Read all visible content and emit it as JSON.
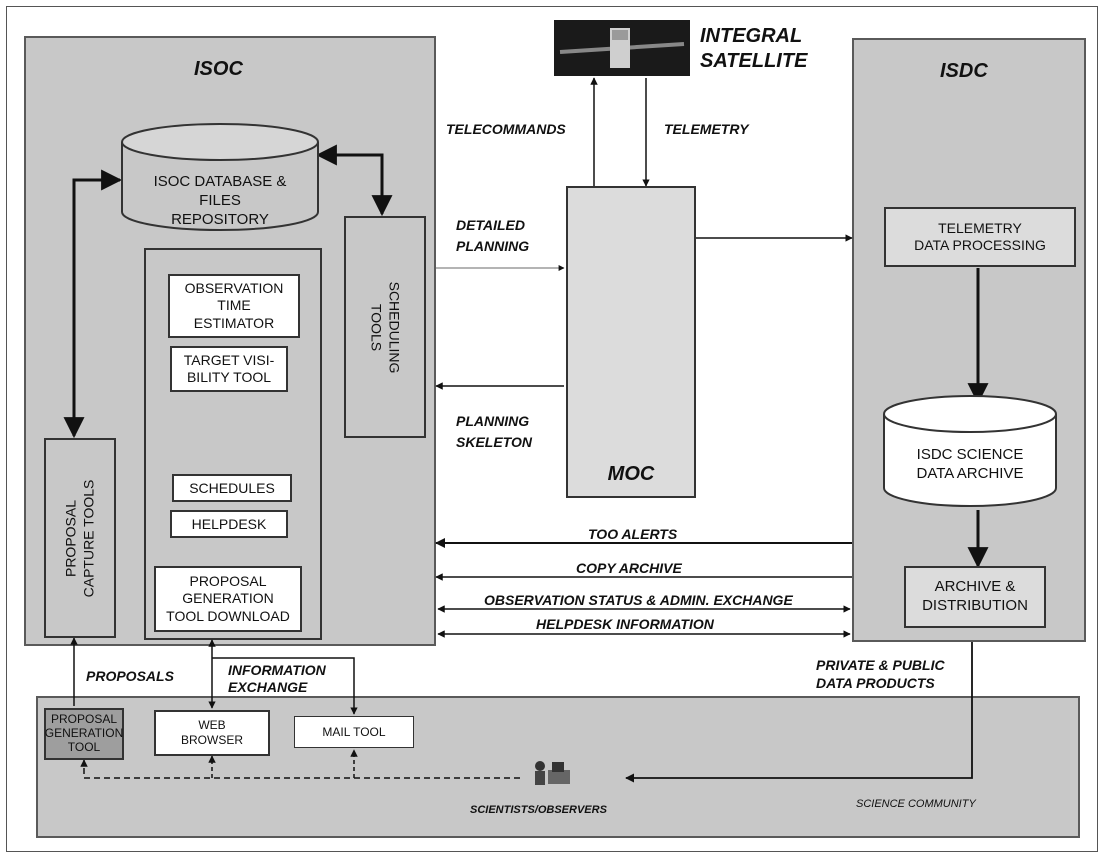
{
  "isoc": {
    "title": "ISOC",
    "database": "ISOC DATABASE &\nFILES REPOSITORY",
    "scheduling_tools": "SCHEDULING\nTOOLS",
    "observation_time_estimator": "OBSERVATION\nTIME\nESTIMATOR",
    "target_visibility_tool": "TARGET VISI-\nBILITY TOOL",
    "schedules": "SCHEDULES",
    "helpdesk": "HELPDESK",
    "proposal_generation_tool_download": "PROPOSAL\nGENERATION\nTOOL DOWNLOAD",
    "proposal_capture_tools": "PROPOSAL\nCAPTURE TOOLS"
  },
  "satellite": {
    "title": "INTEGRAL\nSATELLITE"
  },
  "moc": {
    "title": "MOC"
  },
  "isdc": {
    "title": "ISDC",
    "telemetry_processing": "TELEMETRY\nDATA PROCESSING",
    "science_archive": "ISDC SCIENCE\nDATA ARCHIVE",
    "archive_distribution": "ARCHIVE &\nDISTRIBUTION"
  },
  "links": {
    "telecommands": "TELECOMMANDS",
    "telemetry": "TELEMETRY",
    "detailed_planning": "DETAILED\nPLANNING",
    "planning_skeleton": "PLANNING\nSKELETON",
    "too_alerts": "TOO ALERTS",
    "copy_archive": "COPY ARCHIVE",
    "observation_status": "OBSERVATION STATUS & ADMIN. EXCHANGE",
    "helpdesk_information": "HELPDESK INFORMATION",
    "proposals": "PROPOSALS",
    "information_exchange": "INFORMATION\nEXCHANGE",
    "private_public_data": "PRIVATE & PUBLIC\nDATA PRODUCTS"
  },
  "community": {
    "proposal_generation_tool": "PROPOSAL\nGENERATION\nTOOL",
    "web_browser": "WEB\nBROWSER",
    "mail_tool": "MAIL TOOL",
    "scientists": "SCIENTISTS/OBSERVERS",
    "science_community": "SCIENCE COMMUNITY"
  }
}
